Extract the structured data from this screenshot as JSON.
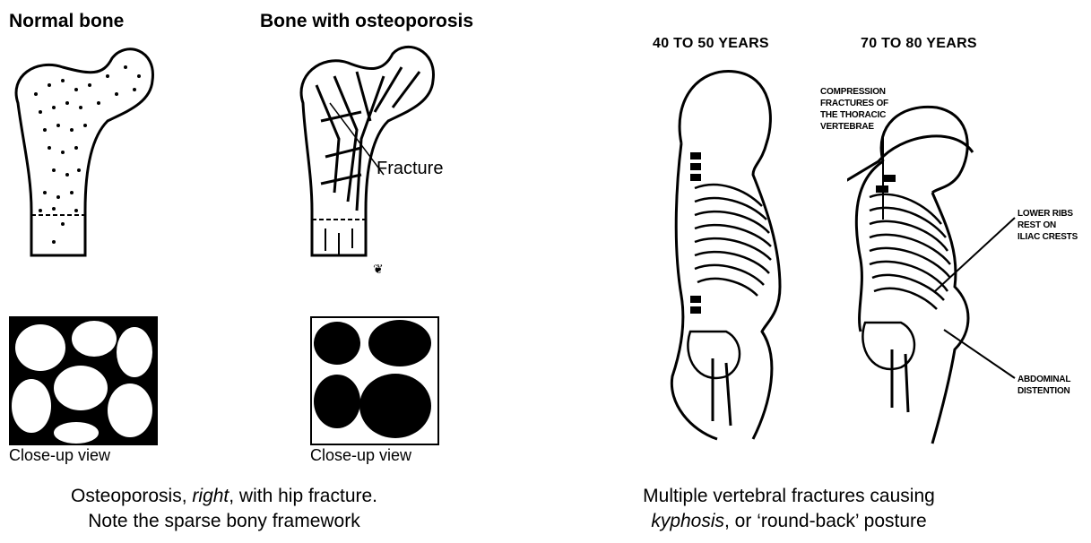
{
  "left_panel": {
    "normal_label": "Normal bone",
    "osteo_label": "Bone with osteoporosis",
    "fracture_label": "Fracture",
    "closeup_normal": "Close-up view",
    "closeup_osteo": "Close-up view",
    "caption_line1_pre": "Osteoporosis, ",
    "caption_line1_em": "right",
    "caption_line1_post": ", with hip fracture.",
    "caption_line2": "Note the sparse bony framework"
  },
  "right_panel": {
    "age_young": "40 TO 50 YEARS",
    "age_old": "70 TO 80 YEARS",
    "ann_compression": [
      "COMPRESSION",
      "FRACTURES OF",
      "THE THORACIC",
      "VERTEBRAE"
    ],
    "ann_ribs": [
      "LOWER RIBS",
      "REST ON",
      "ILIAC CRESTS"
    ],
    "ann_abdominal": [
      "ABDOMINAL",
      "DISTENTION"
    ],
    "caption_line1": "Multiple vertebral fractures causing",
    "caption_line2_em": "kyphosis",
    "caption_line2_post": ", or ‘round-back’ posture"
  }
}
